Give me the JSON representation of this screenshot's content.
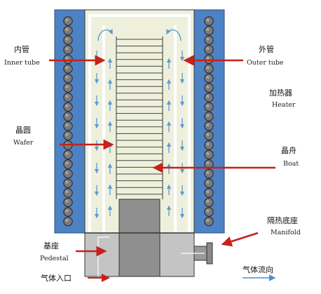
{
  "labels": {
    "inner_tube_cn": "内管",
    "inner_tube_en": "Inner tube",
    "outer_tube_cn": "外管",
    "outer_tube_en": "Outer tube",
    "heater_cn": "加热器",
    "heater_en": "Heater",
    "wafer_cn": "晶圆",
    "wafer_en": "Wafer",
    "boat_cn": "晶舟",
    "boat_en": "Boat",
    "manifold_cn": "隔热底座",
    "manifold_en": "Manifold",
    "pedestal_cn": "基座",
    "pedestal_en": "Pedestal",
    "gas_inlet_cn": "气体入口",
    "gas_flow_cn": "气体流向"
  },
  "colors": {
    "heater_blue": "#4d83c4",
    "coil": "#7a7a7a",
    "tube_fill": "#eef0dc",
    "flow_arrow": "#5b9bd5",
    "pointer_red": "#c8201a",
    "pedestal_gray": "#b5b5b5",
    "manifold_gray": "#c4c4c4"
  },
  "icons": [
    "heater-coil-icon",
    "flow-arrow-icon",
    "pointer-arrow-icon"
  ]
}
